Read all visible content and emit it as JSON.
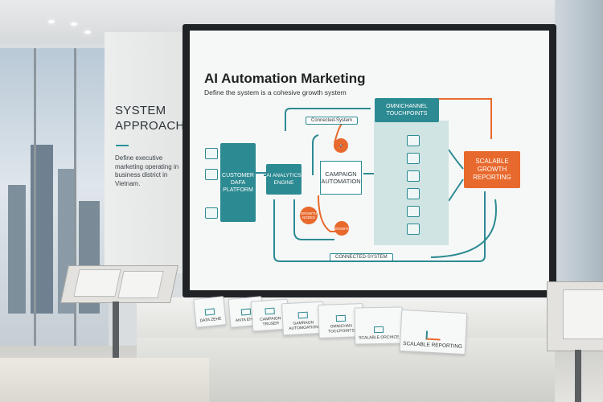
{
  "wall_panel": {
    "title": "SYSTEM APPROACH",
    "body": "Define executive marketing operating in business district in Vietnam."
  },
  "screen": {
    "title": "AI Automation Marketing",
    "subtitle": "Define the system is a cohesive growth system",
    "connected_top": "Connected-System",
    "connected_bottom": "CONNECTED-SYSTEM",
    "customer_data": "CUSTOMER DAFA PLATFORM",
    "ai_engine": "AI ANALYTICS ENGINE",
    "campaign": "CAMPAIGN AUTOMATION",
    "omnichannel": "OMNICHANNEL TOUCHPOINTS",
    "growth_nodes": "GROWTH NODES",
    "growth": "GROWTH",
    "scalable": "SCALABLE GROWTH REPORTING"
  },
  "cards": [
    {
      "label": "DATA ZEHE"
    },
    {
      "label": "ANTA EHRS"
    },
    {
      "label": "CAMPAIGN TRUSER"
    },
    {
      "label": "GAMRAGN AUTOMOATION"
    },
    {
      "label": "OMNICHAN TOCCPOINTS"
    },
    {
      "label": "SCALABLE ORCHICE"
    },
    {
      "label": "SCALABLE REPORTING"
    }
  ],
  "colors": {
    "teal": "#2c8a92",
    "orange": "#e8692d"
  }
}
